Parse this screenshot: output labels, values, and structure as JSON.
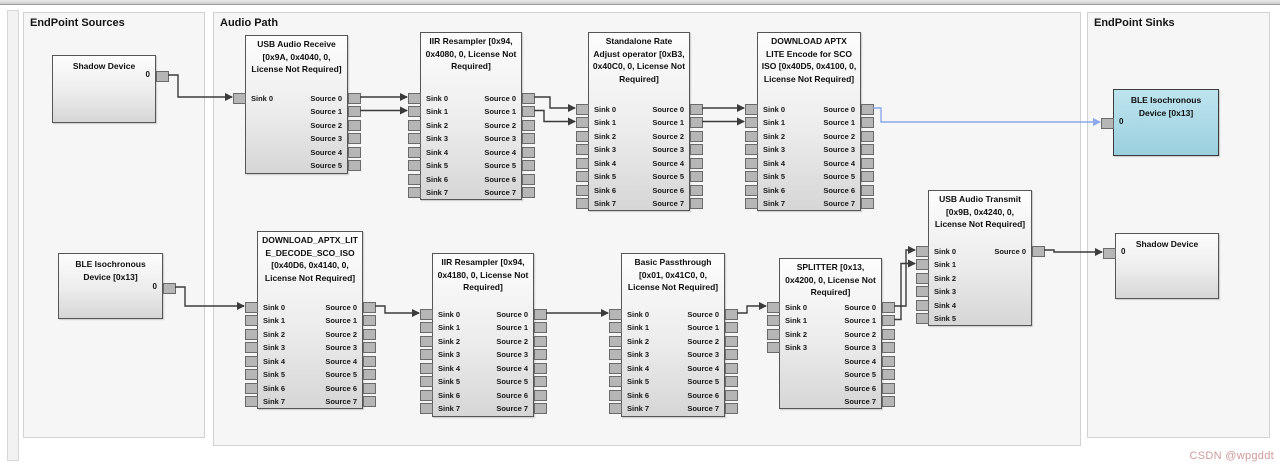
{
  "panels": {
    "sources": {
      "title": "EndPoint Sources"
    },
    "audio_path": {
      "title": "Audio Path"
    },
    "sinks": {
      "title": "EndPoint Sinks"
    }
  },
  "endpoints": [
    {
      "key": "srcshadow",
      "panel": "EndPoint Sources",
      "title": "Shadow Device",
      "port_label": "0",
      "role": "source",
      "highlighted": false
    },
    {
      "key": "srcble",
      "panel": "EndPoint Sources",
      "title": "BLE Isochronous Device [0x13]",
      "port_label": "0",
      "role": "source",
      "highlighted": false
    },
    {
      "key": "sinkble",
      "panel": "EndPoint Sinks",
      "title": "BLE Isochronous Device [0x13]",
      "port_label": "0",
      "role": "sink",
      "highlighted": true
    },
    {
      "key": "sinkshadow",
      "panel": "EndPoint Sinks",
      "title": "Shadow Device",
      "port_label": "0",
      "role": "sink",
      "highlighted": false
    }
  ],
  "operators": [
    {
      "key": "usbrx",
      "title": "USB Audio Receive [0x9A, 0x4040, 0, License Not Required]",
      "sinks": [
        "Sink 0"
      ],
      "sources": [
        "Source 0",
        "Source 1",
        "Source 2",
        "Source 3",
        "Source 4",
        "Source 5"
      ]
    },
    {
      "key": "iir1",
      "title": "IIR Resampler [0x94, 0x4080, 0, License Not Required]",
      "sinks": [
        "Sink 0",
        "Sink 1",
        "Sink 2",
        "Sink 3",
        "Sink 4",
        "Sink 5",
        "Sink 6",
        "Sink 7"
      ],
      "sources": [
        "Source 0",
        "Source 1",
        "Source 2",
        "Source 3",
        "Source 4",
        "Source 5",
        "Source 6",
        "Source 7"
      ]
    },
    {
      "key": "rate",
      "title": "Standalone Rate Adjust operator [0xB3, 0x40C0, 0, License Not Required]",
      "sinks": [
        "Sink 0",
        "Sink 1",
        "Sink 2",
        "Sink 3",
        "Sink 4",
        "Sink 5",
        "Sink 6",
        "Sink 7"
      ],
      "sources": [
        "Source 0",
        "Source 1",
        "Source 2",
        "Source 3",
        "Source 4",
        "Source 5",
        "Source 6",
        "Source 7"
      ]
    },
    {
      "key": "enc",
      "title": "DOWNLOAD APTX LITE Encode for SCO ISO [0x40D5, 0x4100, 0, License Not Required]",
      "sinks": [
        "Sink 0",
        "Sink 1",
        "Sink 2",
        "Sink 3",
        "Sink 4",
        "Sink 5",
        "Sink 6",
        "Sink 7"
      ],
      "sources": [
        "Source 0",
        "Source 1",
        "Source 2",
        "Source 3",
        "Source 4",
        "Source 5",
        "Source 6",
        "Source 7"
      ]
    },
    {
      "key": "dec",
      "title": "DOWNLOAD_APTX_LITE_DECODE_SCO_ISO [0x40D6, 0x4140, 0, License Not Required]",
      "sinks": [
        "Sink 0",
        "Sink 1",
        "Sink 2",
        "Sink 3",
        "Sink 4",
        "Sink 5",
        "Sink 6",
        "Sink 7"
      ],
      "sources": [
        "Source 0",
        "Source 1",
        "Source 2",
        "Source 3",
        "Source 4",
        "Source 5",
        "Source 6",
        "Source 7"
      ]
    },
    {
      "key": "iir2",
      "title": "IIR Resampler [0x94, 0x4180, 0, License Not Required]",
      "sinks": [
        "Sink 0",
        "Sink 1",
        "Sink 2",
        "Sink 3",
        "Sink 4",
        "Sink 5",
        "Sink 6",
        "Sink 7"
      ],
      "sources": [
        "Source 0",
        "Source 1",
        "Source 2",
        "Source 3",
        "Source 4",
        "Source 5",
        "Source 6",
        "Source 7"
      ]
    },
    {
      "key": "pass",
      "title": "Basic Passthrough [0x01, 0x41C0, 0, License Not Required]",
      "sinks": [
        "Sink 0",
        "Sink 1",
        "Sink 2",
        "Sink 3",
        "Sink 4",
        "Sink 5",
        "Sink 6",
        "Sink 7"
      ],
      "sources": [
        "Source 0",
        "Source 1",
        "Source 2",
        "Source 3",
        "Source 4",
        "Source 5",
        "Source 6",
        "Source 7"
      ]
    },
    {
      "key": "split",
      "title": "SPLITTER [0x13, 0x4200, 0, License Not Required]",
      "sinks": [
        "Sink 0",
        "Sink 1",
        "Sink 2",
        "Sink 3"
      ],
      "sources": [
        "Source 0",
        "Source 1",
        "Source 2",
        "Source 3",
        "Source 4",
        "Source 5",
        "Source 6",
        "Source 7"
      ]
    },
    {
      "key": "usbtx",
      "title": "USB Audio Transmit [0x9B, 0x4240, 0, License Not Required]",
      "sinks": [
        "Sink 0",
        "Sink 1",
        "Sink 2",
        "Sink 3",
        "Sink 4",
        "Sink 5"
      ],
      "sources": [
        "Source 0"
      ]
    }
  ],
  "connections": [
    {
      "from": "srcshadow.source.0",
      "to": "usbrx.sink.0"
    },
    {
      "from": "usbrx.source.0",
      "to": "iir1.sink.0"
    },
    {
      "from": "usbrx.source.1",
      "to": "iir1.sink.1"
    },
    {
      "from": "iir1.source.0",
      "to": "rate.sink.0"
    },
    {
      "from": "iir1.source.1",
      "to": "rate.sink.1"
    },
    {
      "from": "rate.source.0",
      "to": "enc.sink.0"
    },
    {
      "from": "rate.source.1",
      "to": "enc.sink.1"
    },
    {
      "from": "enc.source.0",
      "to": "sinkble.sink.0",
      "color": "highlight"
    },
    {
      "from": "srcble.source.0",
      "to": "dec.sink.0"
    },
    {
      "from": "dec.source.0",
      "to": "iir2.sink.0"
    },
    {
      "from": "iir2.source.0",
      "to": "pass.sink.0"
    },
    {
      "from": "pass.source.0",
      "to": "split.sink.0"
    },
    {
      "from": "split.source.0",
      "to": "usbtx.sink.0"
    },
    {
      "from": "split.source.1",
      "to": "usbtx.sink.1"
    },
    {
      "from": "usbtx.source.0",
      "to": "sinkshadow.sink.0"
    }
  ],
  "colors": {
    "connection": "#3b3b3b",
    "highlight_connection": "#8ba8ea",
    "highlight_block_fill": "#a9d8e5",
    "watermark": "#cf9a9a"
  },
  "watermark": "CSDN @wpgddt"
}
